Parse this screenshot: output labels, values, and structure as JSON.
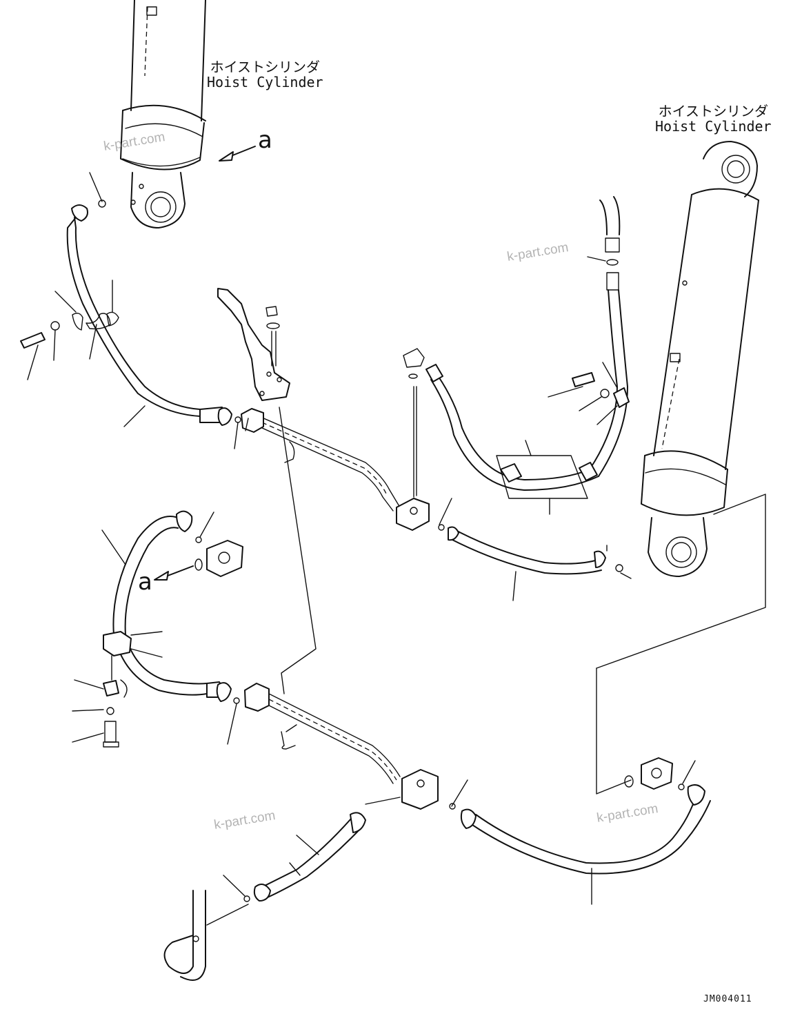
{
  "labels": {
    "cylinder_left": {
      "jp": "ホイストシリンダ",
      "en": "Hoist Cylinder"
    },
    "cylinder_right": {
      "jp": "ホイストシリンダ",
      "en": "Hoist Cylinder"
    }
  },
  "references": {
    "top": "a",
    "middle": "a"
  },
  "watermarks": [
    "k-part.com",
    "k-part.com",
    "k-part.com",
    "k-part.com"
  ],
  "drawing_code": "JM004011"
}
